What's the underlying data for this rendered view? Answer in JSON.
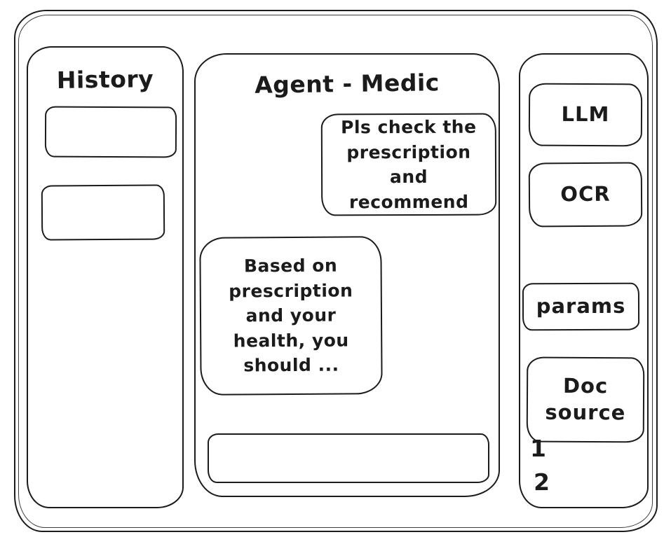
{
  "window": {
    "background": "#ffffff",
    "ink_color": "#1b1b1b"
  },
  "history_panel": {
    "title": "History",
    "items": [
      "",
      ""
    ]
  },
  "chat_panel": {
    "title": "Agent - Medic",
    "messages": [
      {
        "role": "user",
        "text": "Pls check the prescription and recommend"
      },
      {
        "role": "assistant",
        "text": "Based on prescription and your health, you should ..."
      }
    ],
    "input": {
      "value": "",
      "placeholder": ""
    }
  },
  "tools_panel": {
    "llm_button": "LLM",
    "ocr_button": "OCR",
    "params_button": "params",
    "doc_source_button": "Doc source",
    "doc_source_list": [
      "1",
      "2"
    ]
  }
}
